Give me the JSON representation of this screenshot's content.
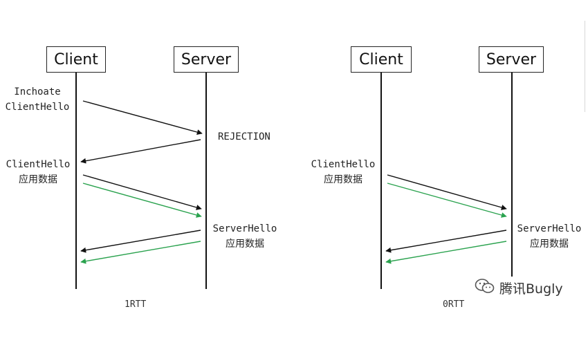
{
  "diagram1": {
    "client_label": "Client",
    "server_label": "Server",
    "msg_inchoate_l1": "Inchoate",
    "msg_inchoate_l2": "ClientHello",
    "msg_rejection": "REJECTION",
    "msg_clienthello_l1": "ClientHello",
    "msg_clienthello_l2": "应用数据",
    "msg_serverhello_l1": "ServerHello",
    "msg_serverhello_l2": "应用数据",
    "caption": "1RTT"
  },
  "diagram2": {
    "client_label": "Client",
    "server_label": "Server",
    "msg_clienthello_l1": "ClientHello",
    "msg_clienthello_l2": "应用数据",
    "msg_serverhello_l1": "ServerHello",
    "msg_serverhello_l2": "应用数据",
    "caption": "0RTT"
  },
  "watermark": {
    "text": "腾讯Bugly",
    "icon": "wechat-icon"
  },
  "colors": {
    "black_arrow": "#111111",
    "green_arrow": "#2aa24e"
  }
}
